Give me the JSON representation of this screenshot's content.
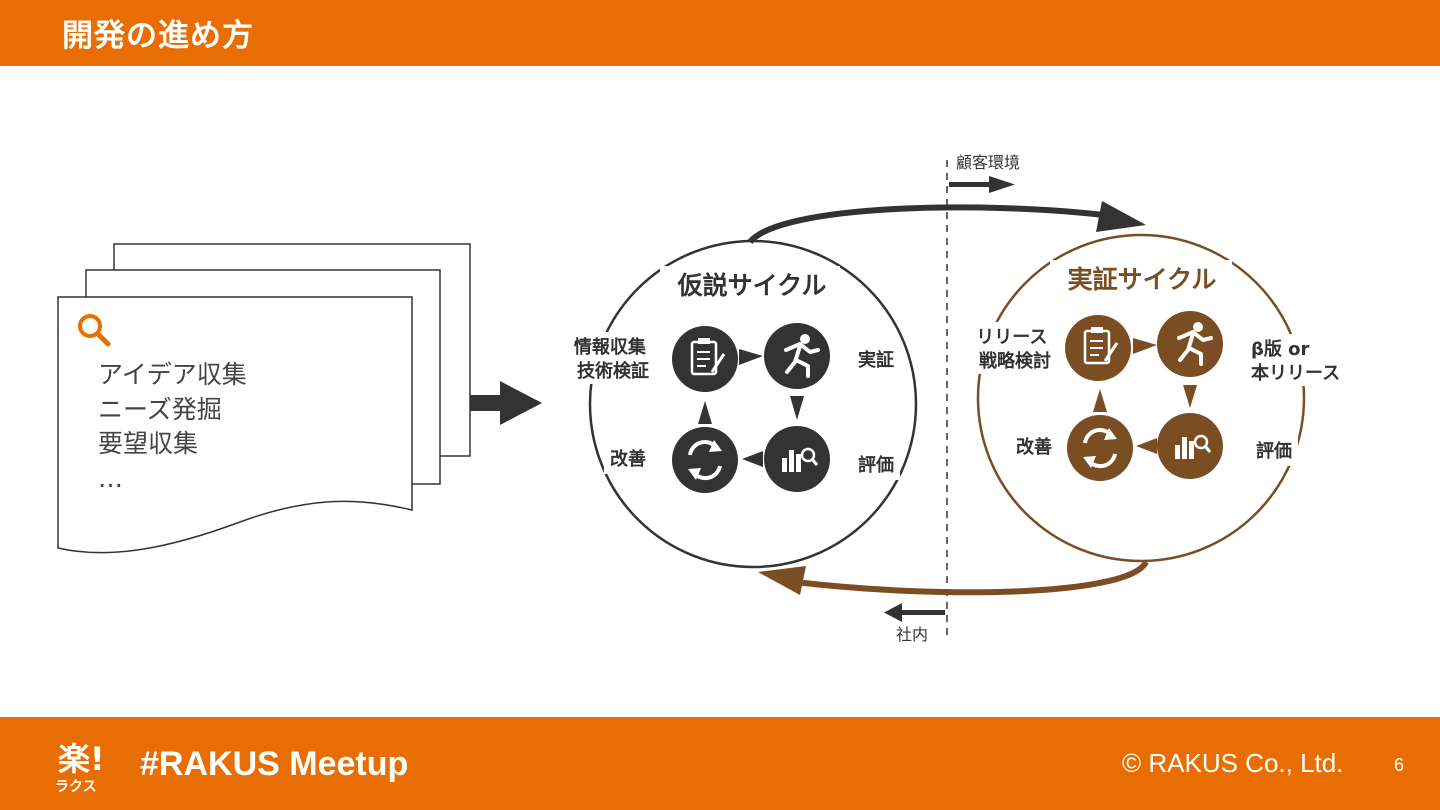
{
  "header": {
    "title": "開発の進め方"
  },
  "idea_card": {
    "lines": [
      "アイデア収集",
      "ニーズ発掘",
      "要望収集",
      "…"
    ]
  },
  "hypothesis_cycle": {
    "title": "仮説サイクル",
    "steps": {
      "research": "情報収集\n技術検証",
      "verify": "実証",
      "evaluate": "評価",
      "improve": "改善"
    }
  },
  "verification_cycle": {
    "title": "実証サイクル",
    "steps": {
      "plan": "リリース\n戦略検討",
      "release": "β版 or\n本リリース",
      "evaluate": "評価",
      "improve": "改善"
    }
  },
  "divider": {
    "top_label": "顧客環境",
    "bottom_label": "社内"
  },
  "colors": {
    "brand_orange": "#e86e04",
    "dark": "#333333",
    "brown": "#7a4e22"
  },
  "footer": {
    "logo_mark": "楽!",
    "logo_text": "ラクス",
    "hashtag": "#RAKUS Meetup",
    "copyright": "© RAKUS Co., Ltd.",
    "page_number": "6"
  }
}
